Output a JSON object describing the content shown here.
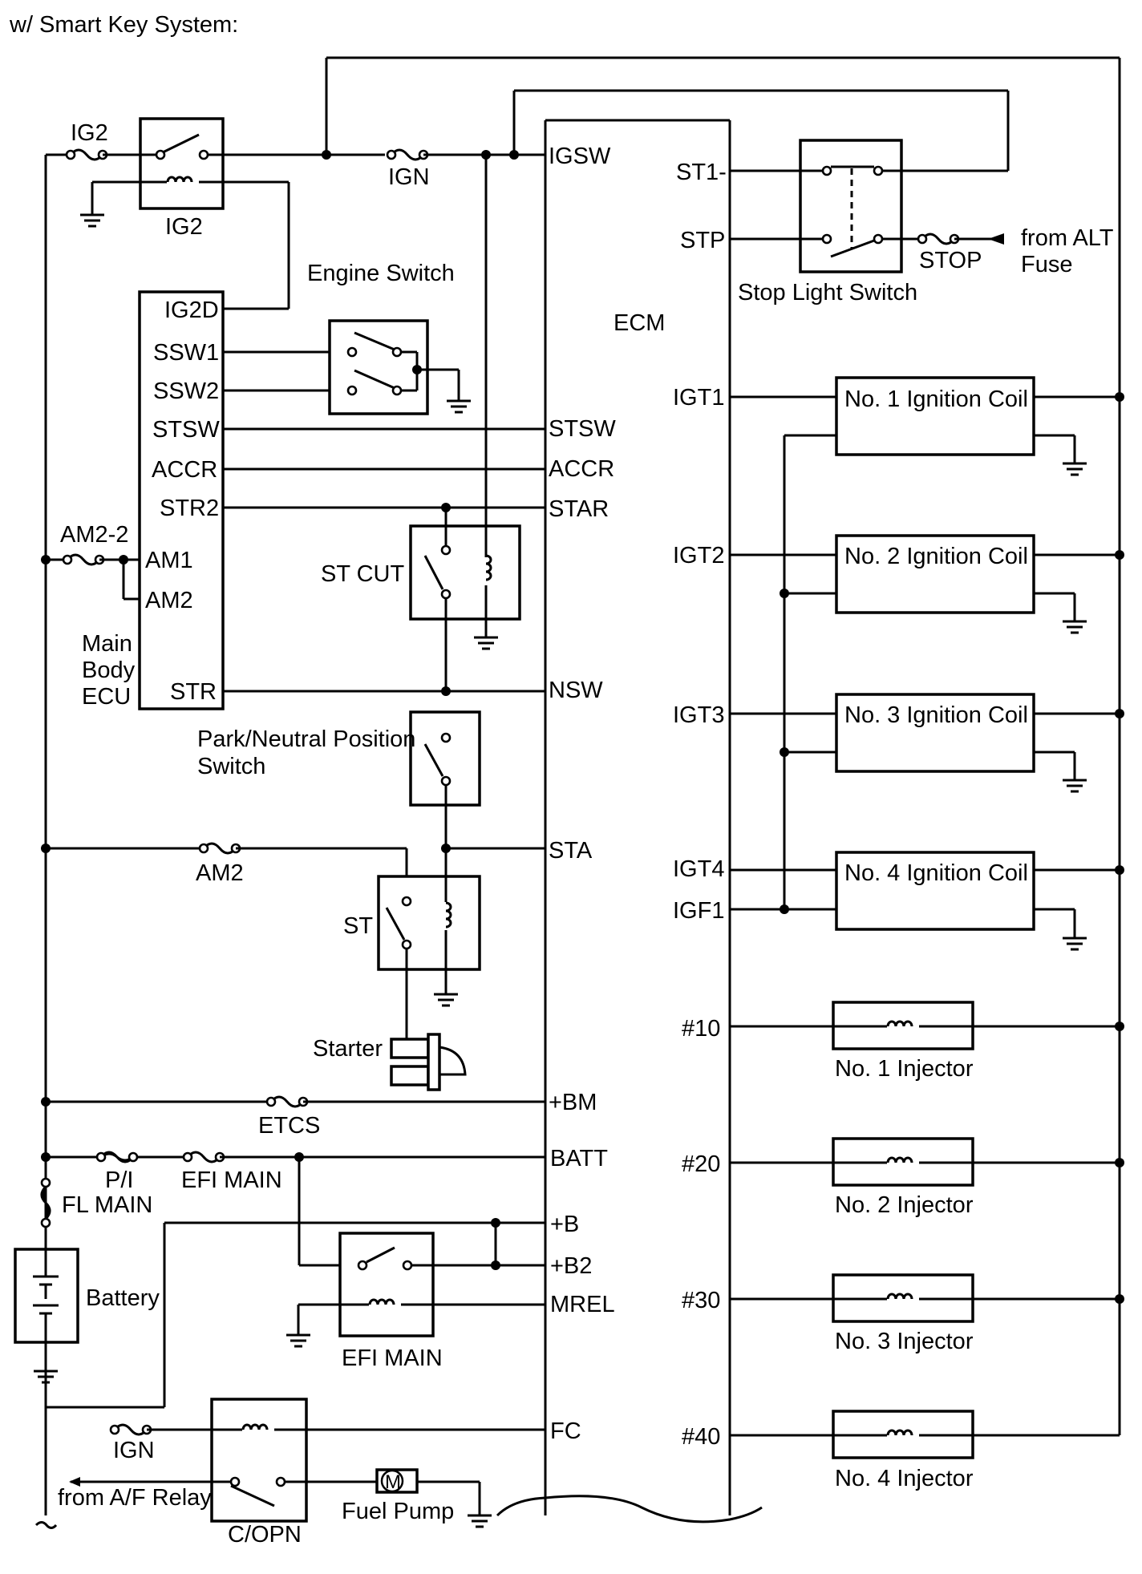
{
  "header": "w/ Smart Key System:",
  "ecm": {
    "title": "ECM",
    "left_pins": [
      "IGSW",
      "STSW",
      "ACCR",
      "STAR",
      "NSW",
      "STA",
      "+BM",
      "BATT",
      "+B",
      "+B2",
      "MREL",
      "FC"
    ],
    "right_pins": [
      "ST1-",
      "STP",
      "IGT1",
      "IGT2",
      "IGT3",
      "IGT4",
      "IGF1",
      "#10",
      "#20",
      "#30",
      "#40"
    ]
  },
  "main_body_ecu": {
    "title_lines": [
      "Main",
      "Body",
      "ECU"
    ],
    "pins": [
      "IG2D",
      "SSW1",
      "SSW2",
      "STSW",
      "ACCR",
      "STR2",
      "AM1",
      "AM2",
      "STR"
    ]
  },
  "relays": {
    "ig2_fuse": "IG2",
    "ig2_relay": "IG2",
    "ign_fuse": "IGN",
    "engine_switch": "Engine Switch",
    "am22_fuse": "AM2-2",
    "st_cut": "ST CUT",
    "park_neutral_lines": [
      "Park/Neutral Position",
      "Switch"
    ],
    "am2_fuse": "AM2",
    "st_relay": "ST",
    "starter": "Starter",
    "etcs_fuse": "ETCS",
    "pi_fuse": "P/I",
    "efi_main_fuse": "EFI MAIN",
    "fl_main": "FL MAIN",
    "battery": "Battery",
    "efi_main_relay": "EFI MAIN",
    "ign_fuse2": "IGN",
    "from_af_relay": "from A/F Relay",
    "copn": "C/OPN",
    "fuel_pump": "Fuel Pump",
    "motor_symbol": "M",
    "stop_light_switch": "Stop Light Switch",
    "stop_fuse": "STOP",
    "from_alt_lines": [
      "from ALT",
      "Fuse"
    ]
  },
  "ignition_coils": [
    "No. 1 Ignition Coil",
    "No. 2 Ignition Coil",
    "No. 3 Ignition Coil",
    "No. 4 Ignition Coil"
  ],
  "injectors": [
    "No. 1 Injector",
    "No. 2 Injector",
    "No. 3 Injector",
    "No. 4 Injector"
  ]
}
